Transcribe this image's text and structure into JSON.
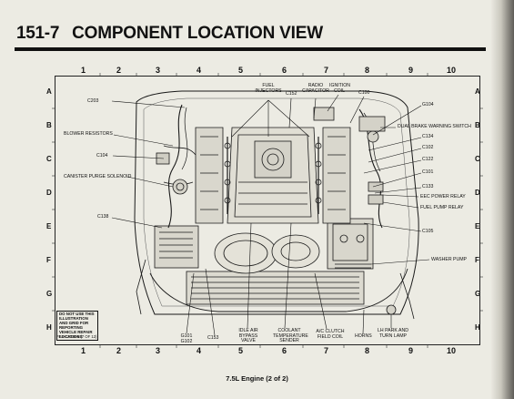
{
  "header": {
    "section_number": "151-7",
    "section_title": "COMPONENT LOCATION VIEW"
  },
  "grid": {
    "columns": [
      "1",
      "2",
      "3",
      "4",
      "5",
      "6",
      "7",
      "8",
      "9",
      "10"
    ],
    "rows": [
      "A",
      "B",
      "C",
      "D",
      "E",
      "F",
      "G",
      "H"
    ]
  },
  "callouts": {
    "c203": "C203",
    "blower_resistors": "BLOWER RESISTORS",
    "c104": "C104",
    "canister_purge_solenoid": "CANISTER PURGE SOLENOID",
    "c138": "C138",
    "fuel_injectors": "FUEL INJECTORS",
    "c152": "C152",
    "radio_capacitor": "RADIO CAPACITOR",
    "ignition_coil": "IGNITION COIL",
    "c100": "C100",
    "g104": "G104",
    "dual_brake_warning_switch": "DUAL BRAKE WARNING SWITCH",
    "c134": "C134",
    "c102": "C102",
    "c122": "C122",
    "c101": "C101",
    "c133": "C133",
    "eec_power_relay": "EEC POWER RELAY",
    "fuel_pump_relay": "FUEL PUMP RELAY",
    "c105": "C105",
    "washer_pump": "WASHER PUMP",
    "g101_g102": "G101 G102",
    "c153": "C153",
    "idle_air_bypass_valve": "IDLE AIR BYPASS VALVE",
    "coolant_temperature_sender": "COOLANT TEMPERATURE SENDER",
    "ac_clutch_field_coil": "A/C CLUTCH FIELD COIL",
    "horns": "HORNS",
    "lh_park_turn_lamp": "LH PARK AND TURN LAMP"
  },
  "notice": "DO NOT USE THIS ILLUSTRATION AND GRID FOR REPORTING VEHICLE REPAIR LOCATIONS",
  "figure_code": "FPS-12128-B (7 OF 12)",
  "caption": "7.5L Engine (2 of 2)"
}
